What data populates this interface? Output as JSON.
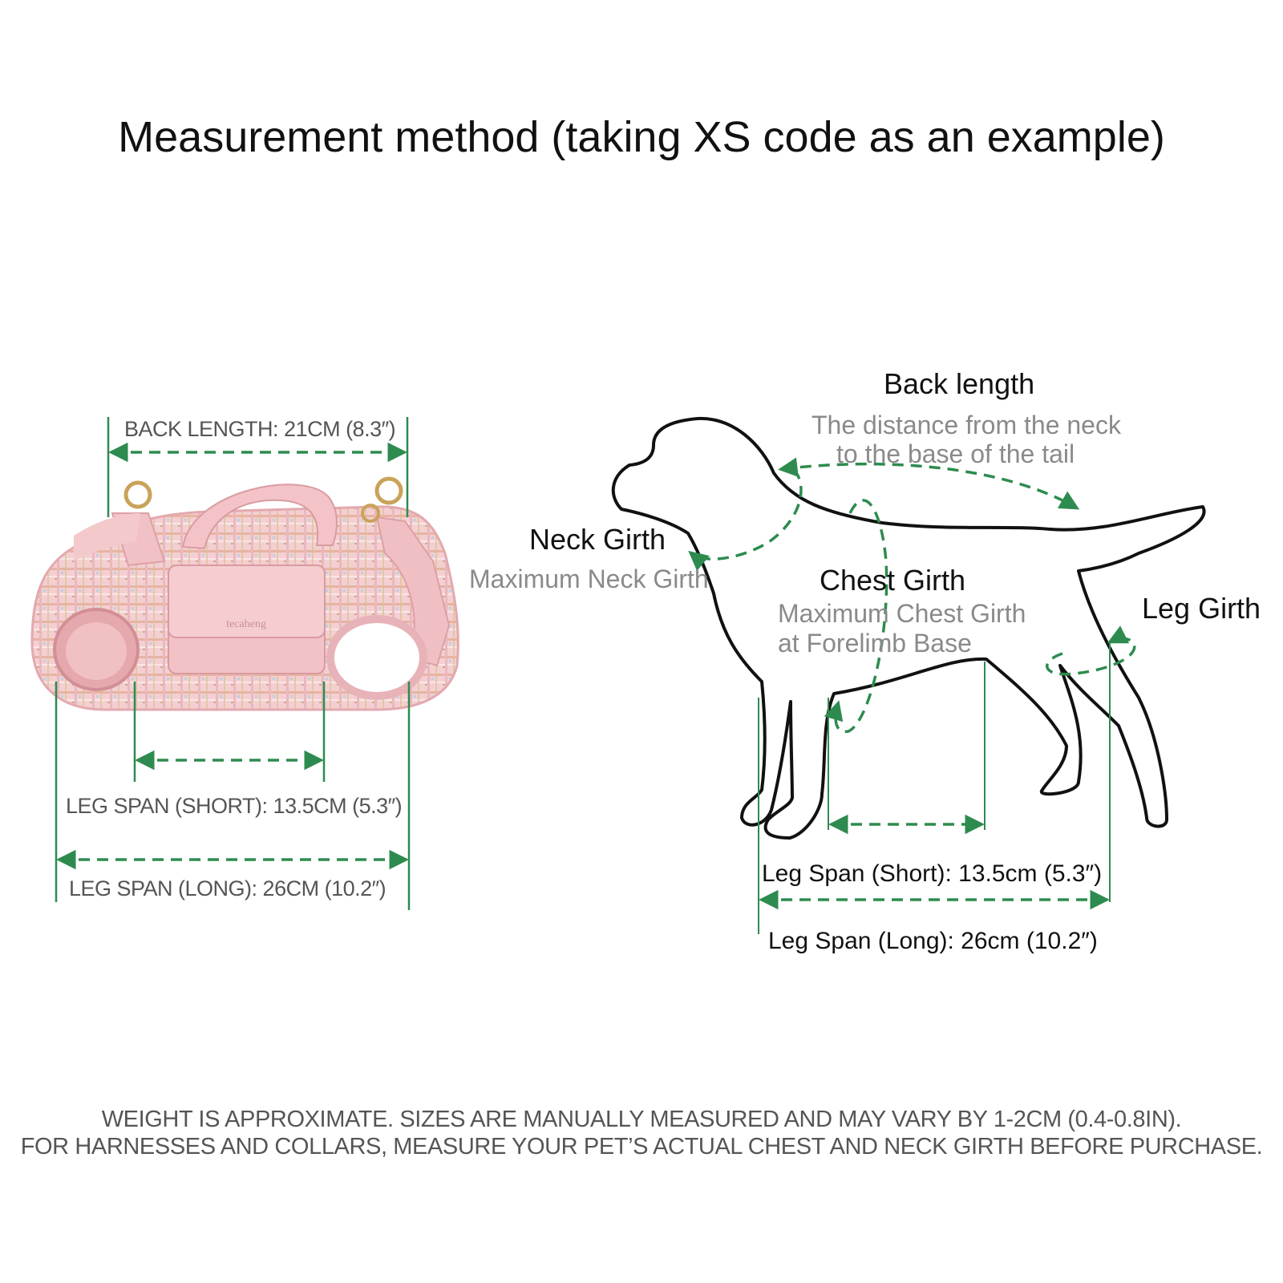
{
  "title": "Measurement method (taking XS code as an example)",
  "harness": {
    "back_length": "BACK LENGTH: 21CM (8.3″)",
    "leg_span_short": "LEG SPAN (SHORT): 13.5CM (5.3″)",
    "leg_span_long": "LEG SPAN (LONG): 26CM (10.2″)",
    "brand_mark": "tecaheng"
  },
  "dog": {
    "back_length_label": "Back length",
    "back_length_desc_1": "The distance from the neck",
    "back_length_desc_2": "to the base of the tail",
    "neck_girth_label": "Neck Girth",
    "neck_girth_desc": "Maximum Neck Girth",
    "chest_girth_label": "Chest Girth",
    "chest_girth_desc_1": "Maximum Chest Girth",
    "chest_girth_desc_2": "at Forelimb Base",
    "leg_girth_label": "Leg Girth",
    "leg_span_short": "Leg Span (Short): 13.5cm (5.3″)",
    "leg_span_long": "Leg Span (Long): 26cm (10.2″)"
  },
  "footer": {
    "line1": "WEIGHT IS APPROXIMATE. SIZES ARE MANUALLY MEASURED AND MAY VARY BY 1-2CM (0.4-0.8IN).",
    "line2": "FOR HARNESSES AND COLLARS, MEASURE YOUR PET’S ACTUAL CHEST AND NECK GIRTH BEFORE PURCHASE."
  },
  "colors": {
    "measure_green": "#2e8b4f",
    "harness_pink": "#f2c6c8",
    "harness_dark_pink": "#e4a9ad",
    "outline": "#111111"
  }
}
